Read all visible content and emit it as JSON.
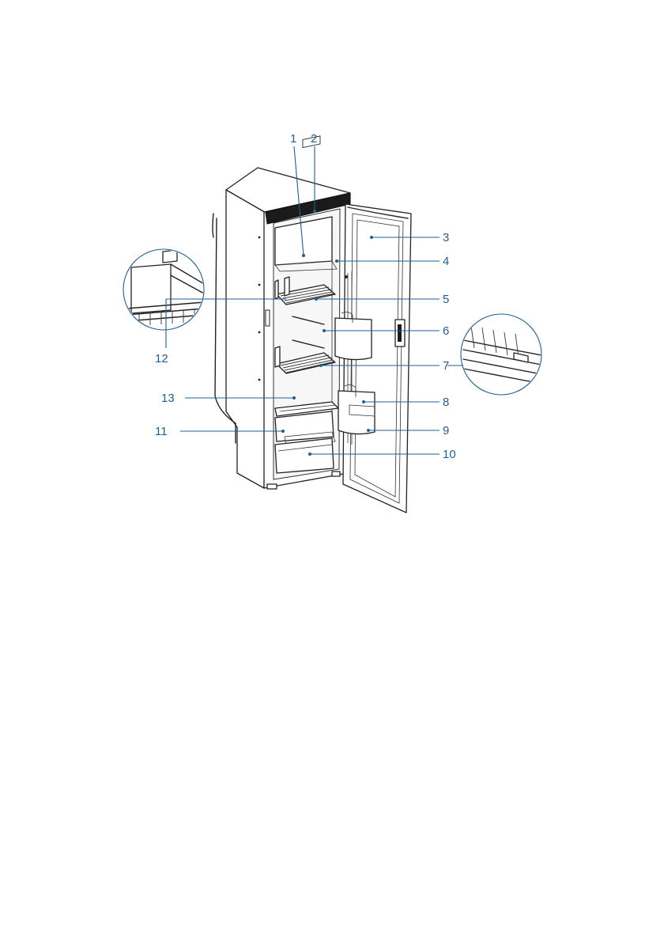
{
  "diagram": {
    "callouts": [
      {
        "id": "c1",
        "label": "1"
      },
      {
        "id": "c2",
        "label": "2"
      },
      {
        "id": "c3",
        "label": "3"
      },
      {
        "id": "c4",
        "label": "4"
      },
      {
        "id": "c5",
        "label": "5"
      },
      {
        "id": "c6",
        "label": "6"
      },
      {
        "id": "c7",
        "label": "7"
      },
      {
        "id": "c8",
        "label": "8"
      },
      {
        "id": "c9",
        "label": "9"
      },
      {
        "id": "c10",
        "label": "10"
      },
      {
        "id": "c11",
        "label": "11"
      },
      {
        "id": "c12",
        "label": "12"
      },
      {
        "id": "c13",
        "label": "13"
      }
    ],
    "colors": {
      "callout": "#1f5f96",
      "line_art": "#222222",
      "background": "#ffffff"
    }
  }
}
